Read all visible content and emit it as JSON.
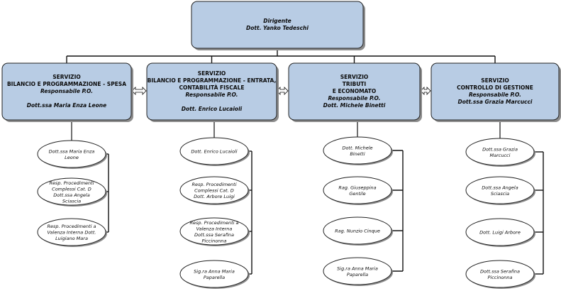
{
  "top": {
    "lines": [
      {
        "text": "Dirigente",
        "italic": true
      },
      {
        "text": "Dott. Yanko Tedeschi",
        "italic": true
      }
    ]
  },
  "services": [
    {
      "lines": [
        {
          "text": "SERVIZIO",
          "italic": false
        },
        {
          "text": "BILANCIO E PROGRAMMAZIONE - SPESA",
          "italic": false
        },
        {
          "text": "Responsabile P.O.",
          "italic": true
        },
        {
          "text": "",
          "italic": false
        },
        {
          "text": "Dott.ssa Maria Enza Leone",
          "italic": true
        }
      ],
      "staff": [
        [
          "Dott.ssa Maria Enza",
          "Leone"
        ],
        [
          "Resp. Procedimenti",
          "Complessi Cat. D",
          "Dott.ssa Angela",
          "Sciascia"
        ],
        [
          "Resp. Procedimenti a",
          "Valenza Interna Dott.",
          "Luigiano Mara"
        ]
      ]
    },
    {
      "lines": [
        {
          "text": "SERVIZIO",
          "italic": false
        },
        {
          "text": "BILANCIO E PROGRAMMAZIONE - ENTRATA,",
          "italic": false
        },
        {
          "text": "CONTABILITÀ FISCALE",
          "italic": false
        },
        {
          "text": "Responsabile P.O.",
          "italic": true
        },
        {
          "text": "",
          "italic": false
        },
        {
          "text": "Dott. Enrico Lucaioli",
          "italic": true
        }
      ],
      "staff": [
        [
          "Dott. Enrico Lucaioli"
        ],
        [
          "Resp. Procedimenti",
          "Complessi Cat. D",
          "Dott. Arbore Luigi"
        ],
        [
          "Resp. Procedimenti a",
          "Valenza Interna",
          "Dott.ssa Serafina",
          "Piccinonna"
        ],
        [
          "Sig.ra Anna Maria",
          "Paparella"
        ]
      ]
    },
    {
      "lines": [
        {
          "text": "SERVIZIO",
          "italic": false
        },
        {
          "text": "TRIBUTI",
          "italic": false
        },
        {
          "text": "E ECONOMATO",
          "italic": false
        },
        {
          "text": "Responsabile P.O.",
          "italic": true
        },
        {
          "text": "Dott. Michele Binetti",
          "italic": true
        }
      ],
      "staff": [
        [
          "Dott. Michele",
          "Binetti"
        ],
        [
          "Rag. Giuseppina",
          "Gentile"
        ],
        [
          "Rag. Nunzio Cinque"
        ],
        [
          "Sig.ra Anna Maria",
          "Paparella"
        ]
      ]
    },
    {
      "lines": [
        {
          "text": "SERVIZIO",
          "italic": false
        },
        {
          "text": "CONTROLLO DI GESTIONE",
          "italic": false
        },
        {
          "text": "Responsabile P.O.",
          "italic": true
        },
        {
          "text": "Dott.ssa Grazia Marcucci",
          "italic": true
        }
      ],
      "staff": [
        [
          "Dott.ssa Grazia",
          "Marcucci"
        ],
        [
          "Dott.ssa Angela",
          "Sciascia"
        ],
        [
          "Dott. Luigi Arbore"
        ],
        [
          "Dott.ssa Serafina",
          "Piccinonna"
        ]
      ]
    }
  ],
  "colors": {
    "box_fill": "#b8cce4",
    "box_stroke": "#222222",
    "shadow": "#8c8c8c",
    "line": "#111111"
  }
}
